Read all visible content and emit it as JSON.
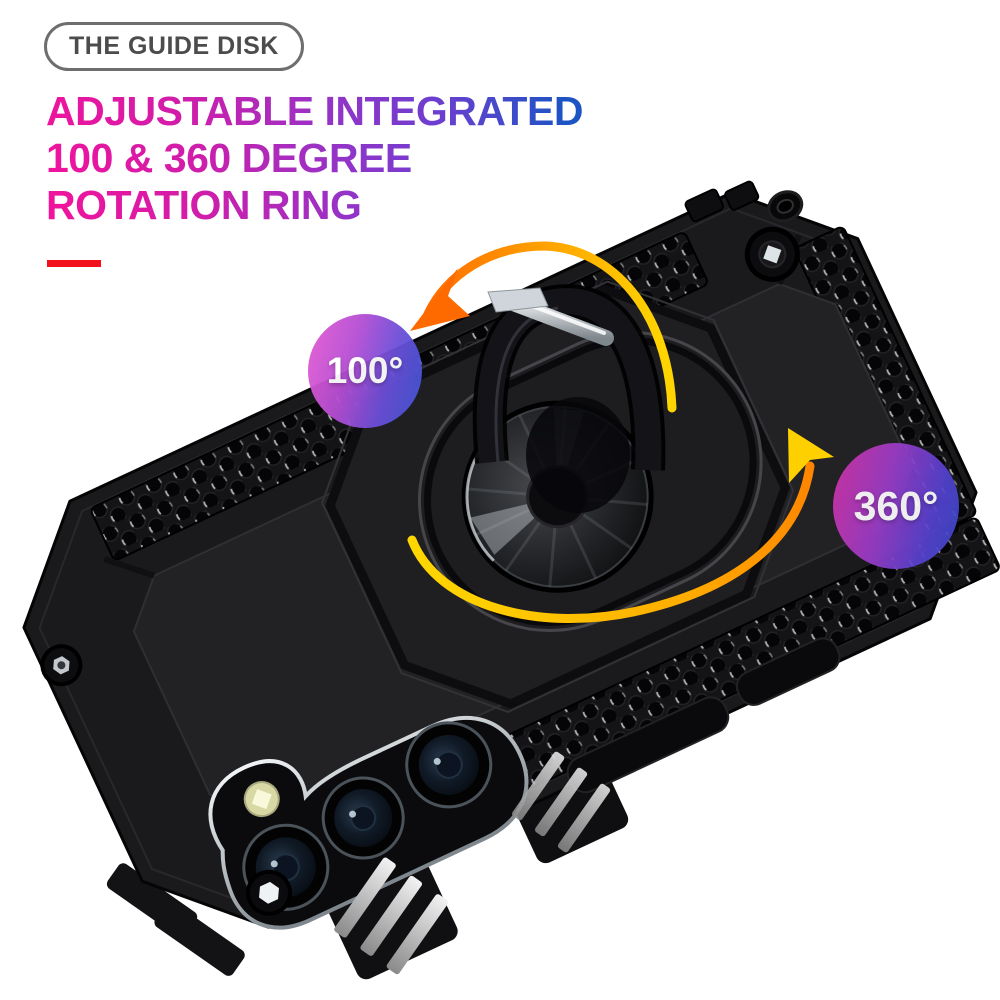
{
  "pill": {
    "label": "THE GUIDE DISK"
  },
  "heading": {
    "line1": "ADJUSTABLE INTEGRATED",
    "line2": "100 & 360 DEGREE",
    "line3": "ROTATION RING"
  },
  "badges": {
    "flip": {
      "label": "100°"
    },
    "spin": {
      "label": "360°"
    }
  },
  "colors": {
    "heading_pink": "#f2139c",
    "heading_purple": "#9334c8",
    "heading_blue": "#1c54c4",
    "accent_red": "#f2101c",
    "pill_border_gray": "#6e6e6e",
    "pill_text_gray": "#4c4c4c",
    "badge_pink": "#e75bd2",
    "badge_blue": "#3d55d4",
    "arrow_yellow": "#ffd400",
    "arrow_orange": "#ff6a00",
    "case_black": "#1a1a1c",
    "background": "#ffffff"
  }
}
